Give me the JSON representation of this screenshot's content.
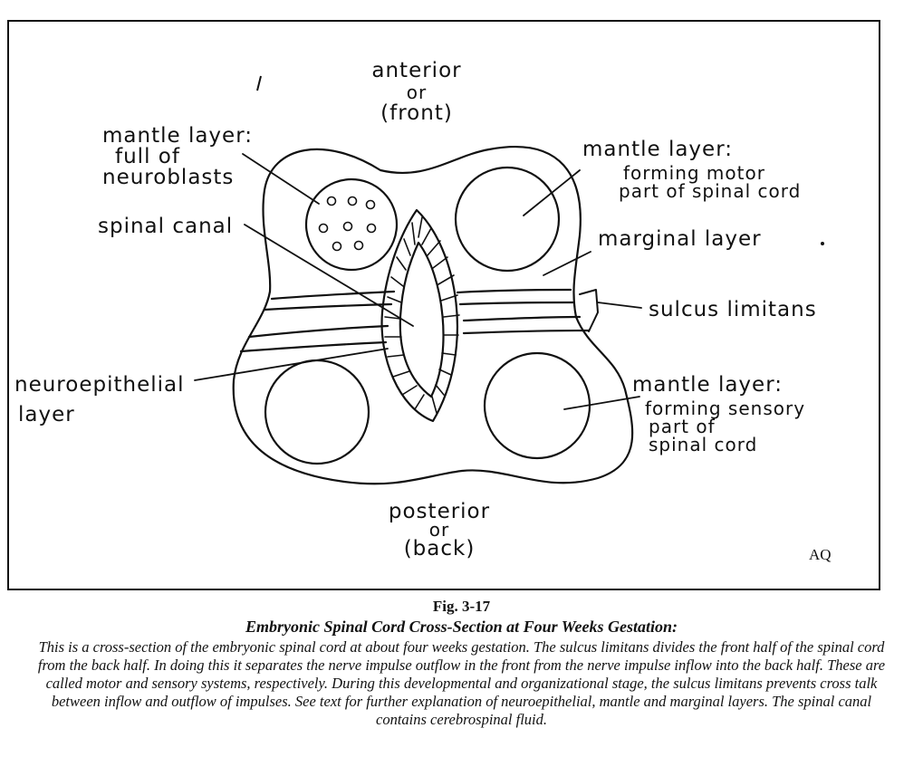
{
  "labels": {
    "anterior": "anterior",
    "anterior_or": "or",
    "front": "(front)",
    "mantle_neuroblasts_1": "mantle layer:",
    "mantle_neuroblasts_2": "full of",
    "mantle_neuroblasts_3": "neuroblasts",
    "spinal_canal": "spinal canal",
    "mantle_motor_1": "mantle layer:",
    "mantle_motor_2": "forming motor",
    "mantle_motor_3": "part of spinal cord",
    "marginal_layer": "marginal layer",
    "sulcus_limitans": "sulcus limitans",
    "neuroepithelial_1": "neuroepithelial",
    "neuroepithelial_2": "layer",
    "mantle_sensory_1": "mantle layer:",
    "mantle_sensory_2": "forming sensory",
    "mantle_sensory_3": "part of",
    "mantle_sensory_4": "spinal cord",
    "posterior": "posterior",
    "posterior_or": "or",
    "back": "(back)",
    "initials": "AQ"
  },
  "caption": {
    "fig_number": "Fig. 3-17",
    "title": "Embryonic Spinal Cord Cross-Section at Four Weeks Gestation:",
    "body": "This is a cross-section of the embryonic spinal cord at about four weeks gestation. The sulcus limitans divides the front half of the spinal cord from the back half. In doing this it separates the nerve impulse outflow in the front from the nerve impulse inflow into the back half. These are called motor and sensory systems, respectively. During this developmental and organizational stage, the sulcus limitans prevents cross talk between inflow and outflow of impulses. See text for further explanation of neuroepithelial, mantle and marginal layers. The spinal canal contains cerebrospinal fluid."
  },
  "colors": {
    "ink": "#111111",
    "background": "#ffffff"
  }
}
